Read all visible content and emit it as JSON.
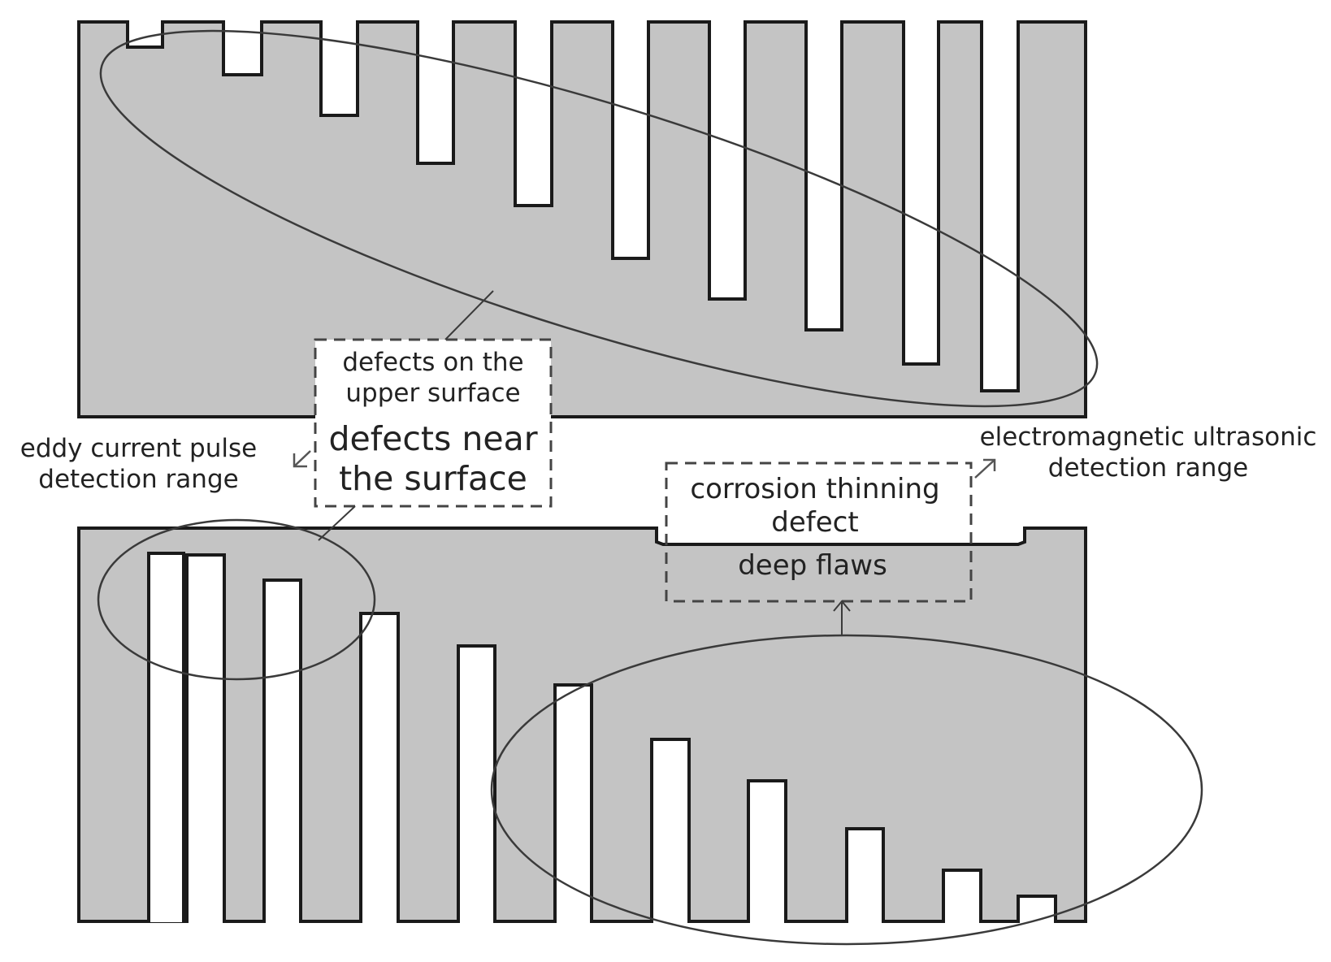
{
  "labels": {
    "upper_surface": [
      "defects on the",
      "upper surface"
    ],
    "near_surface": [
      "defects near",
      "the surface"
    ],
    "eddy_current": [
      "eddy current pulse",
      "detection range"
    ],
    "electromagnetic": [
      "electromagnetic ultrasonic",
      "detection range"
    ],
    "corrosion": [
      "corrosion thinning",
      "defect"
    ],
    "deep_flaws": "deep flaws"
  },
  "colors": {
    "material_fill": "#c4c4c4",
    "outline": "#1a1a1a",
    "ellipse_stroke": "#3a3a3a",
    "dashed_box": "#444444",
    "background": "#ffffff"
  }
}
